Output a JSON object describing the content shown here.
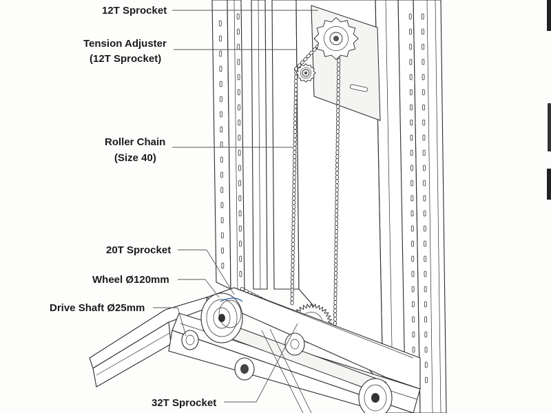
{
  "labels": {
    "sprocket_12t": "12T Sprocket",
    "tension_adjuster_l1": "Tension Adjuster",
    "tension_adjuster_l2": "(12T Sprocket)",
    "roller_chain_l1": "Roller Chain",
    "roller_chain_l2": "(Size 40)",
    "sprocket_20t": "20T Sprocket",
    "wheel": "Wheel Ø120mm",
    "drive_shaft": "Drive Shaft Ø25mm",
    "sprocket_32t": "32T Sprocket"
  }
}
